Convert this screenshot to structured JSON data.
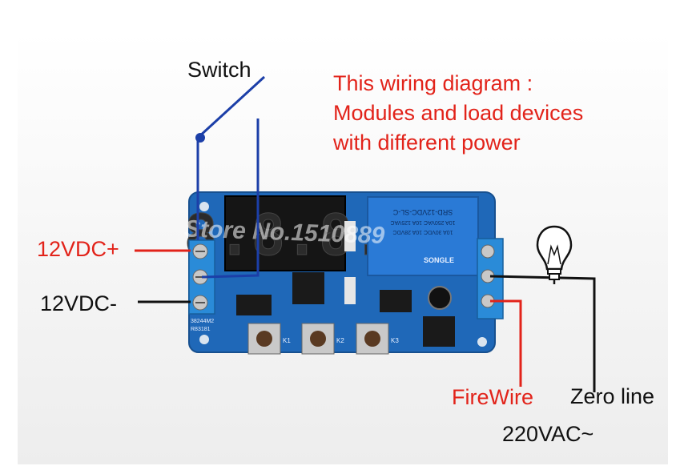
{
  "title_lines": [
    "This wiring diagram :",
    "Modules and load devices",
    "with different power"
  ],
  "labels": {
    "switch": "Switch",
    "vdc_plus": "12VDC+",
    "vdc_minus": "12VDC-",
    "firewire": "FireWire",
    "zero_line": "Zero line",
    "ac": "220VAC~"
  },
  "board": {
    "display_digits": "8.8.8.",
    "relay_text": [
      "SRD-12VDC-SL-C",
      "10A 250VAC 10A 125VAC",
      "10A 30VDC 10A 28VDC"
    ],
    "relay_brand": "SONGLE",
    "button_labels": [
      "K1",
      "K2",
      "K3"
    ],
    "chip_text": [
      "38244M2",
      "R83181"
    ],
    "watermark": "Store No.1510889"
  },
  "colors": {
    "accent_red": "#e2231a",
    "wire_blue": "#1c3fa8",
    "wire_black": "#111111",
    "pcb_blue": "#1f68b8",
    "relay_blue": "#2a7ad6",
    "terminal_blue": "#2a8bd8"
  },
  "icons": [
    "lightbulb-icon"
  ]
}
